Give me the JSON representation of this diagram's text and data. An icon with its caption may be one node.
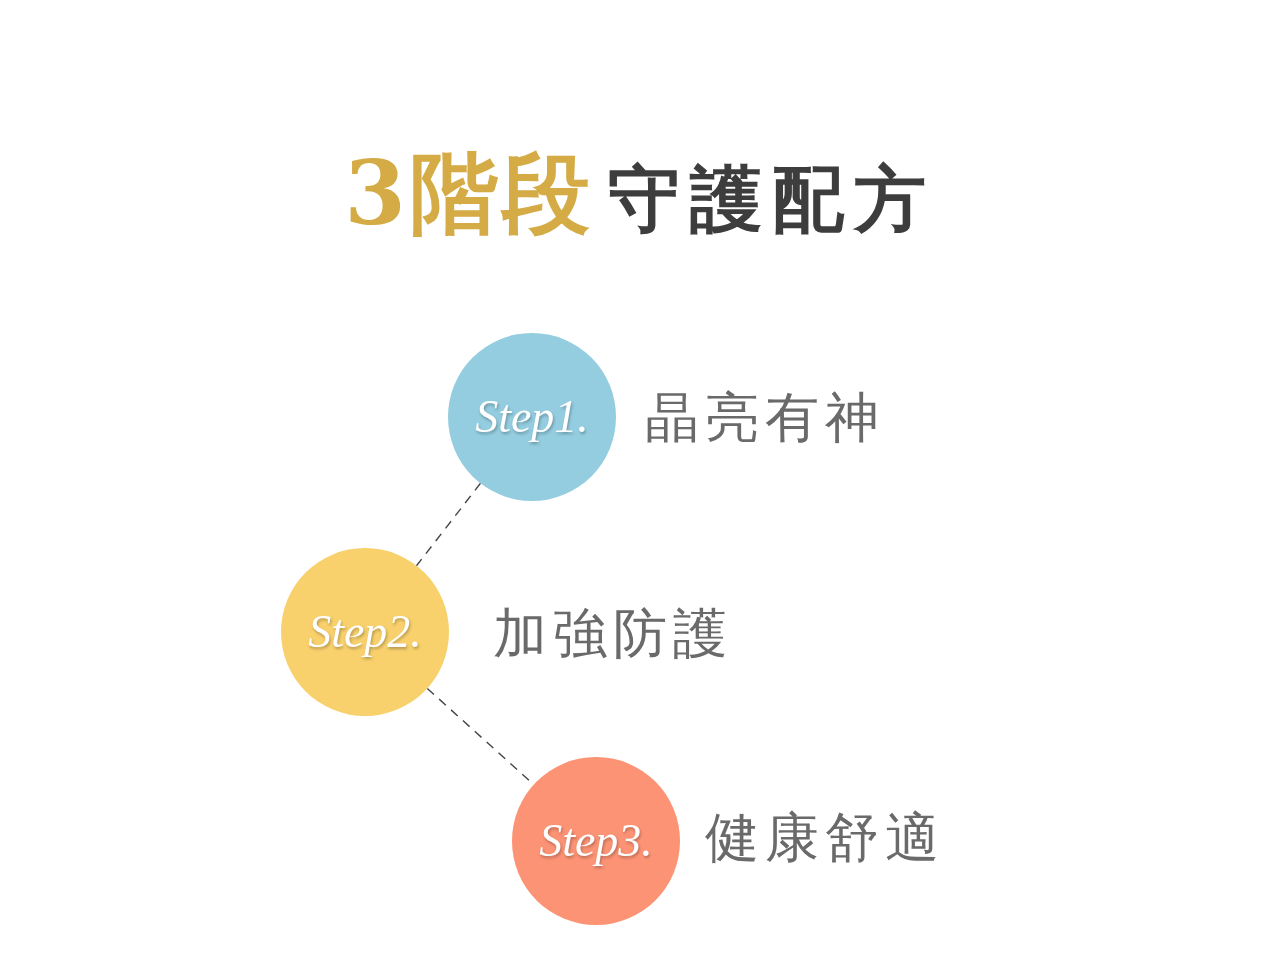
{
  "diagram": {
    "title": "**3階段**守護配方",
    "nodes": [
      {
        "text": [
          "Step1."
        ],
        "beside": [
          "晶亮有神"
        ]
      },
      {
        "text": [
          "Step2."
        ],
        "beside": [
          "加強防護"
        ]
      },
      {
        "text": [
          "Step3."
        ],
        "beside": [
          "健康舒適"
        ]
      }
    ],
    "edges": [
      {
        "from": 0,
        "to": 1,
        "arrow": "none",
        "style": "dashed"
      },
      {
        "from": 1,
        "to": 2,
        "arrow": "none",
        "style": "dashed"
      }
    ]
  }
}
